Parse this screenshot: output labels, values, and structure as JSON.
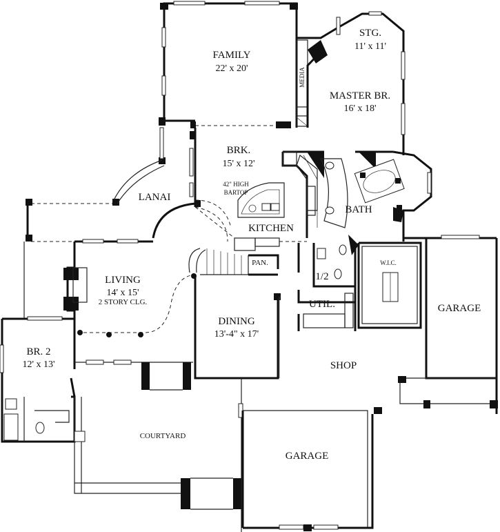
{
  "rooms": {
    "family": {
      "name": "FAMILY",
      "dim": "22' x 20'"
    },
    "media": {
      "name": "MEDIA"
    },
    "storage": {
      "name": "STG.",
      "dim": "11' x 11'"
    },
    "master": {
      "name": "MASTER BR.",
      "dim": "16' x 18'"
    },
    "breakfast": {
      "name": "BRK.",
      "dim": "15' x 12'"
    },
    "bartop": {
      "line1": "42\" HIGH",
      "line2": "BARTOP"
    },
    "lanai": {
      "name": "LANAI"
    },
    "kitchen": {
      "name": "KITCHEN"
    },
    "bath": {
      "name": "BATH"
    },
    "pantry": {
      "name": "PAN."
    },
    "wic": {
      "name": "W.I.C."
    },
    "living": {
      "name": "LIVING",
      "dim": "14' x 15'",
      "note": "2 STORY CLG."
    },
    "half_bath": {
      "name": "1/2"
    },
    "utility": {
      "name": "UTIL."
    },
    "garage_right": {
      "name": "GARAGE"
    },
    "dining": {
      "name": "DINING",
      "dim": "13'-4\" x 17'"
    },
    "bedroom2": {
      "name": "BR. 2",
      "dim": "12' x 13'"
    },
    "shop": {
      "name": "SHOP"
    },
    "courtyard": {
      "name": "COURTYARD"
    },
    "garage_bottom": {
      "name": "GARAGE"
    }
  }
}
